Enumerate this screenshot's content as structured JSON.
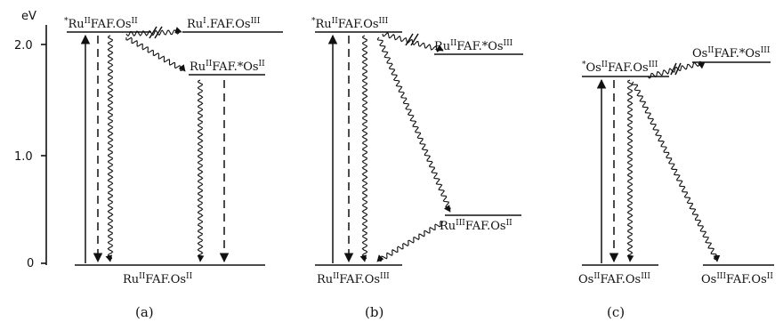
{
  "axis": {
    "unit": "eV",
    "ticks": [
      {
        "label": "2.0",
        "value": 2.0
      },
      {
        "label": "1.0",
        "value": 1.0
      },
      {
        "label": "0",
        "value": 0
      }
    ]
  },
  "panels": [
    {
      "label": "(a)"
    },
    {
      "label": "(b)"
    },
    {
      "label": "(c)"
    }
  ],
  "states": {
    "a_excited_ru": {
      "star": "*",
      "m1": "Ru",
      "o1": "II",
      "mid": "FAF.Os",
      "o2": "II"
    },
    "a_ru1_os3": {
      "star": "",
      "m1": "Ru",
      "o1": "I",
      "mid": ".FAF.Os",
      "o2": "III"
    },
    "a_excited_os": {
      "star": "",
      "m1": "Ru",
      "o1": "II",
      "mid": "FAF.*Os",
      "o2": "II"
    },
    "a_ground": {
      "star": "",
      "m1": "Ru",
      "o1": "II",
      "mid": "FAF.Os",
      "o2": "II"
    },
    "b_excited_ru": {
      "star": "*",
      "m1": "Ru",
      "o1": "II",
      "mid": "FAF.Os",
      "o2": "III"
    },
    "b_excited_os": {
      "star": "",
      "m1": "Ru",
      "o1": "II",
      "mid": "FAF.*Os",
      "o2": "III"
    },
    "b_ru3_os2": {
      "star": "",
      "m1": "Ru",
      "o1": "III",
      "mid": "FAF.Os",
      "o2": "II"
    },
    "b_ground": {
      "star": "",
      "m1": "Ru",
      "o1": "II",
      "mid": "FAF.Os",
      "o2": "III"
    },
    "c_excited_os2": {
      "star": "*",
      "m1": "Os",
      "o1": "II",
      "mid": "FAF.Os",
      "o2": "III"
    },
    "c_excited_os3": {
      "star": "",
      "m1": "Os",
      "o1": "II",
      "mid": "FAF.*Os",
      "o2": "III"
    },
    "c_ground": {
      "star": "",
      "m1": "Os",
      "o1": "II",
      "mid": "FAF.Os",
      "o2": "III"
    },
    "c_os3_os2": {
      "star": "",
      "m1": "Os",
      "o1": "III",
      "mid": "FAF.Os",
      "o2": "II"
    }
  }
}
